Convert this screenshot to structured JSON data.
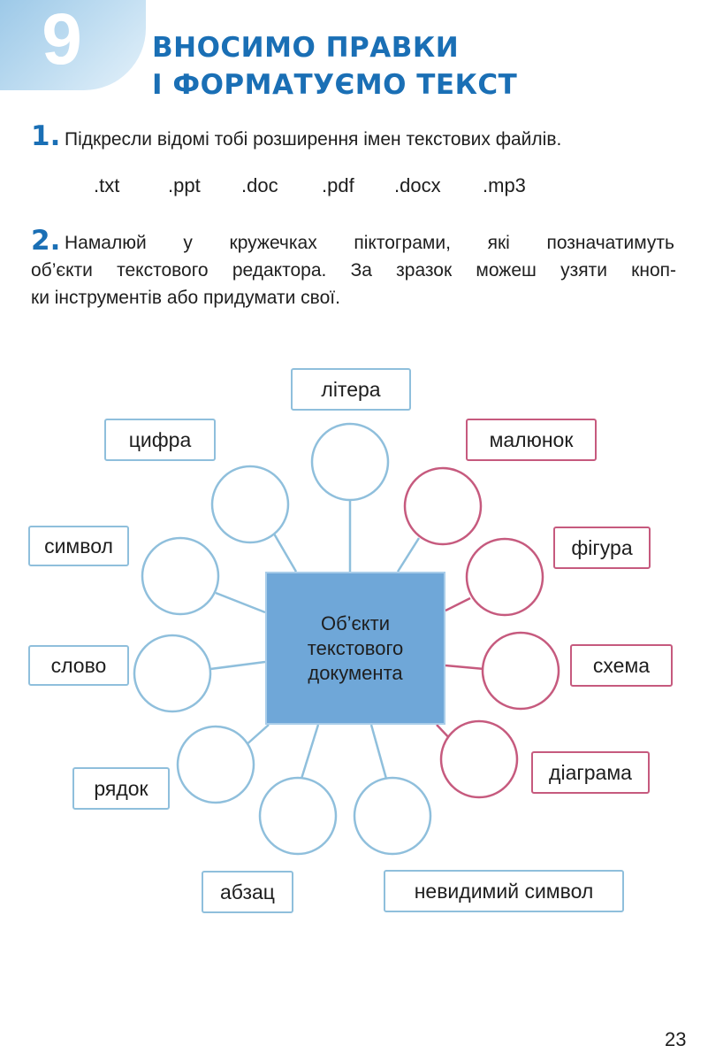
{
  "header": {
    "chapter_number": "9",
    "title_line1": "ВНОСИМО ПРАВКИ",
    "title_line2": "І ФОРМАТУЄМО ТЕКСТ"
  },
  "task1": {
    "number": "1.",
    "text": "Підкресли відомі тобі розширення імен текстових файлів.",
    "extensions": [
      ".txt",
      ".ppt",
      ".doc",
      ".pdf",
      ".docx",
      ".mp3"
    ]
  },
  "task2": {
    "number": "2.",
    "lines": [
      "Намалюй у кружечках піктограми, які позначатимуть",
      "об’єкти текстового редактора. За зразок можеш узяти кноп-",
      "ки інструментів або придумати свої."
    ]
  },
  "diagram": {
    "center_lines": [
      "Об’єкти",
      "текстового",
      "документа"
    ],
    "labels": {
      "litera": "літера",
      "tsyfra": "цифра",
      "symvol": "символ",
      "slovo": "слово",
      "riadok": "рядок",
      "abzats": "абзац",
      "nevydymyi": "невидимий символ",
      "maliunok": "малюнок",
      "fihura": "фігура",
      "skhema": "схема",
      "diahrama": "діаграма"
    },
    "colors": {
      "blue": "#8fbfdc",
      "red": "#c65a7e",
      "center_fill": "#6fa7d8"
    }
  },
  "footer": {
    "page_number": "23"
  }
}
